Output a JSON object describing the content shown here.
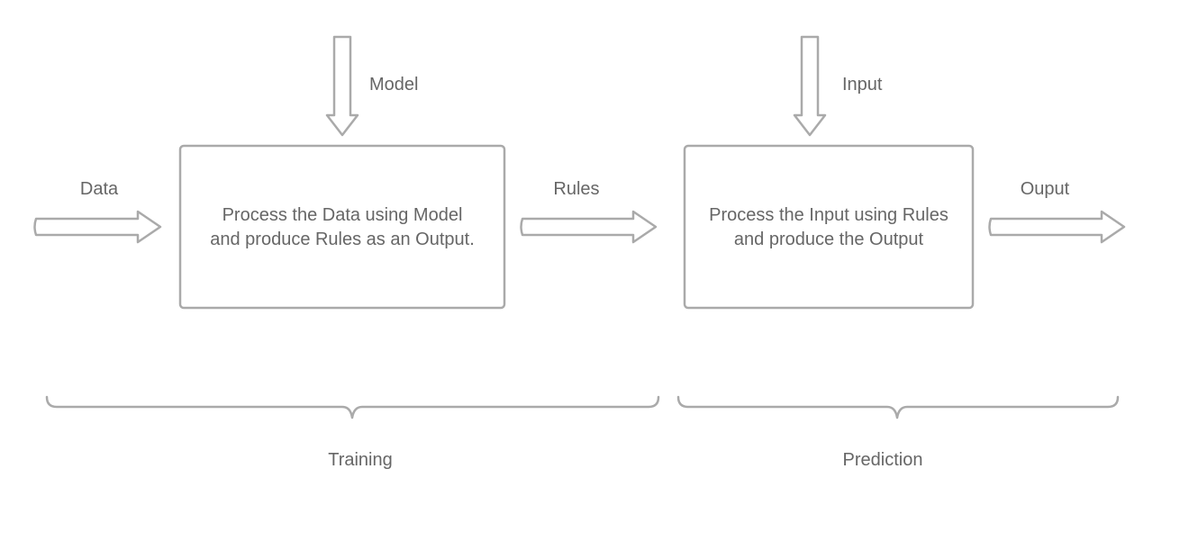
{
  "labels": {
    "data": "Data",
    "model": "Model",
    "rules": "Rules",
    "input": "Input",
    "output": "Ouput"
  },
  "boxes": {
    "training_box": {
      "line1": "Process the Data using Model",
      "line2": "and produce Rules as an Output."
    },
    "prediction_box": {
      "line1": "Process the Input using Rules",
      "line2": "and produce the Output"
    }
  },
  "phases": {
    "training": "Training",
    "prediction": "Prediction"
  },
  "colors": {
    "stroke": "#aaaaaa",
    "text": "#666666",
    "background": "#ffffff"
  }
}
